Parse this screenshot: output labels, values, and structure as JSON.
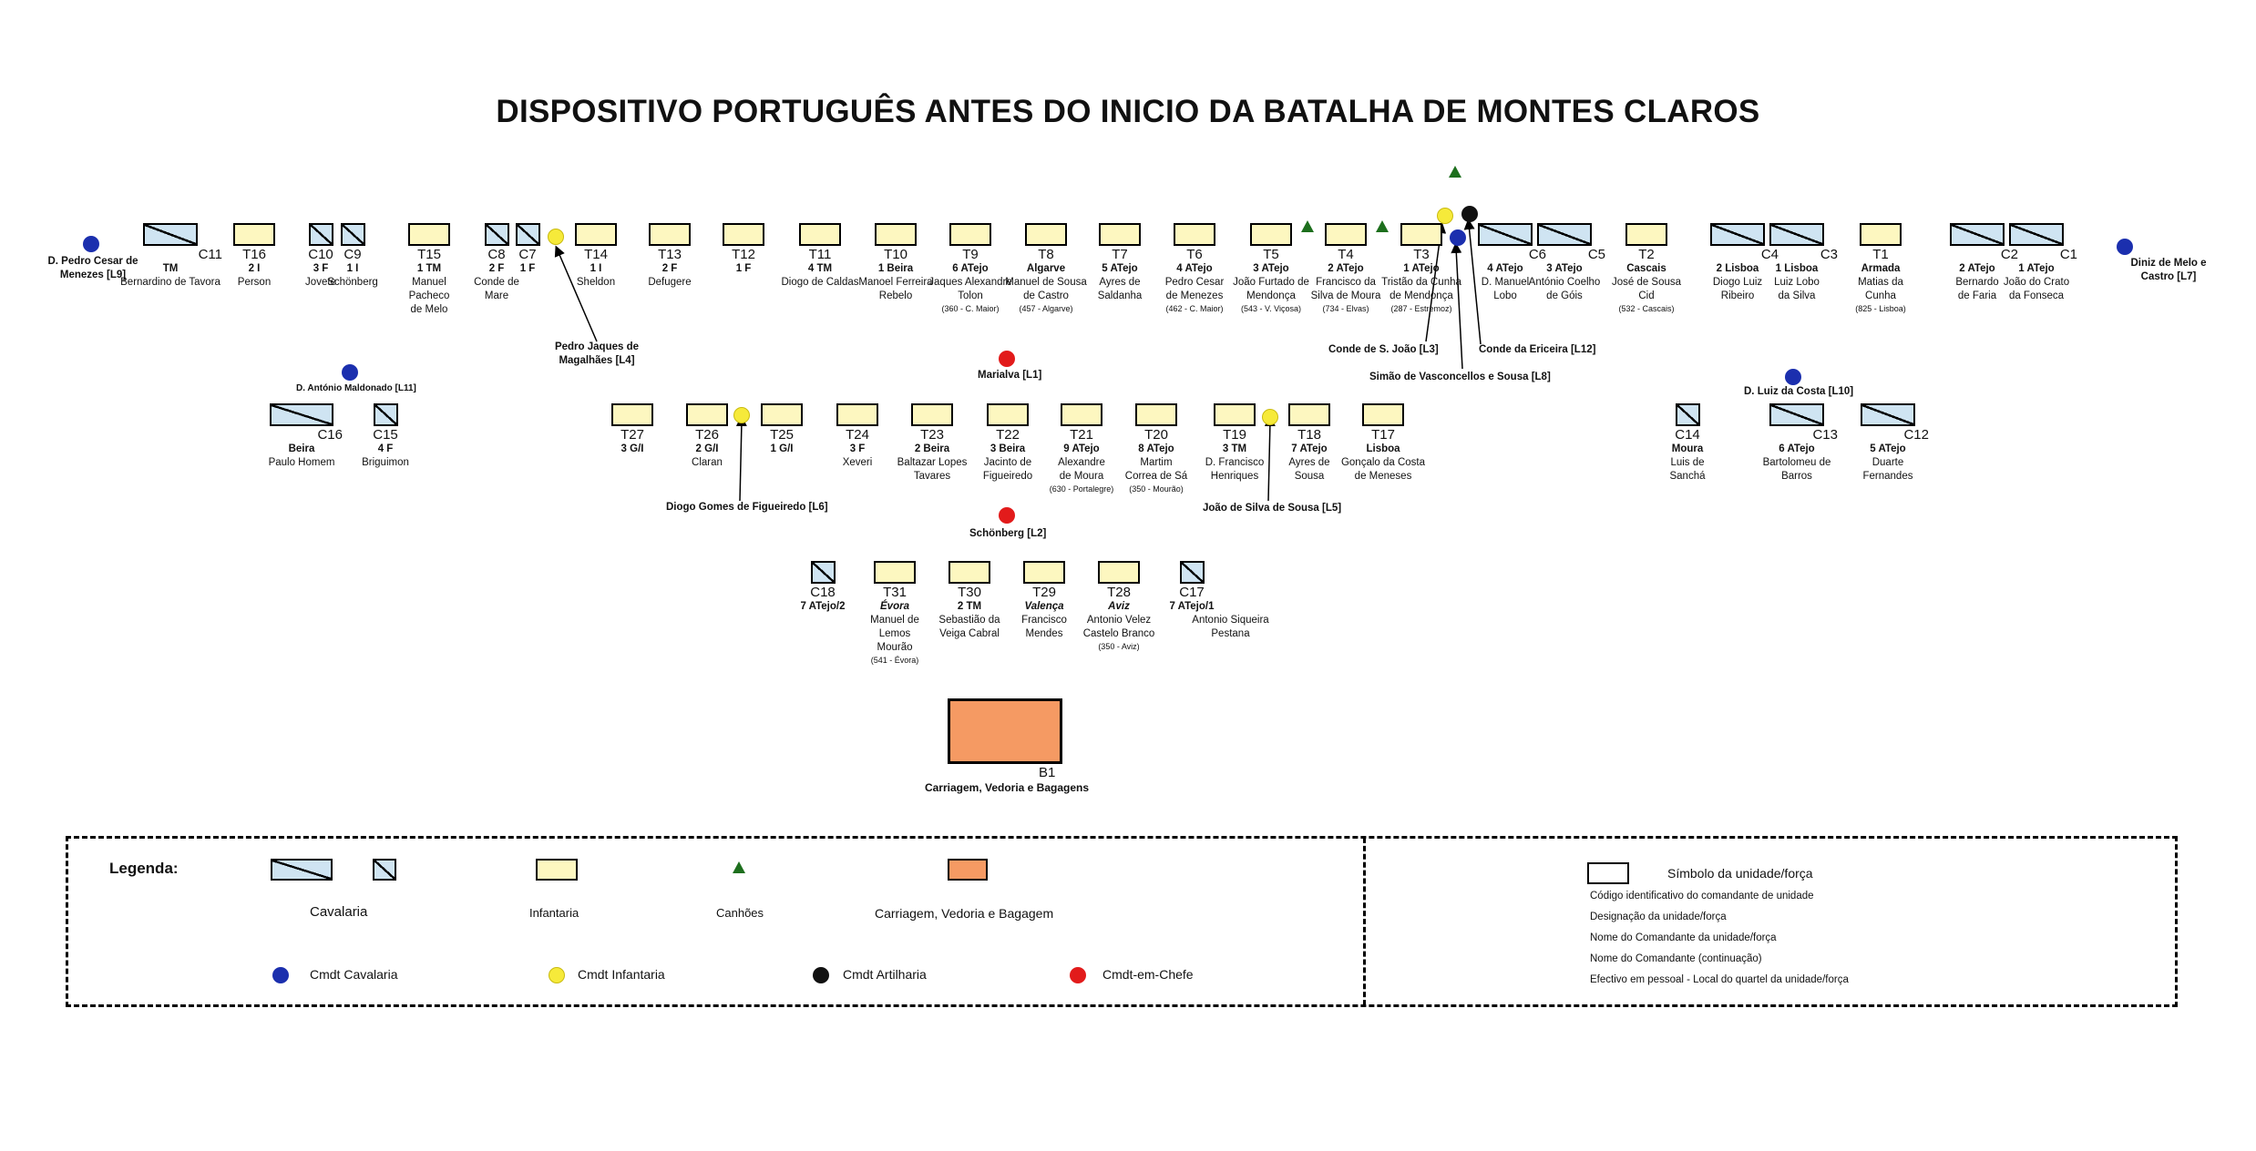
{
  "title": "DISPOSITIVO PORTUGUÊS ANTES DO INICIO DA BATALHA DE MONTES CLAROS",
  "colors": {
    "infantry": "#fdf7c0",
    "cavalry": "#cfe4f2",
    "baggage": "#f59a63",
    "cmdt_cav": "#1b2fae",
    "cmdt_inf": "#f6ea3a",
    "cmdt_art": "#111111",
    "cmdt_chief": "#e21b1b",
    "cannon": "#1d6f1d"
  },
  "units": [
    {
      "id": "c11",
      "type": "cav-l",
      "code": "C11",
      "des": "TM",
      "name": "Bernardino de Tavora",
      "eff": ""
    },
    {
      "id": "t16",
      "type": "inf",
      "code": "T16",
      "des": "2 I",
      "name": "Person",
      "eff": ""
    },
    {
      "id": "c10",
      "type": "cav-s",
      "code": "C10",
      "des": "3 F",
      "name": "Jovete",
      "eff": ""
    },
    {
      "id": "c9",
      "type": "cav-s",
      "code": "C9",
      "des": "1 I",
      "name": "Schönberg",
      "eff": ""
    },
    {
      "id": "t15",
      "type": "inf",
      "code": "T15",
      "des": "1 TM",
      "name": "Manuel Pacheco de Melo",
      "eff": ""
    },
    {
      "id": "c8",
      "type": "cav-s",
      "code": "C8",
      "des": "2 F",
      "name": "Conde de Mare",
      "eff": ""
    },
    {
      "id": "c7",
      "type": "cav-s",
      "code": "C7",
      "des": "1 F",
      "name": "",
      "eff": ""
    },
    {
      "id": "t14",
      "type": "inf",
      "code": "T14",
      "des": "1 I",
      "name": "Sheldon",
      "eff": ""
    },
    {
      "id": "t13",
      "type": "inf",
      "code": "T13",
      "des": "2 F",
      "name": "Defugere",
      "eff": ""
    },
    {
      "id": "t12",
      "type": "inf",
      "code": "T12",
      "des": "1 F",
      "name": "",
      "eff": ""
    },
    {
      "id": "t11",
      "type": "inf",
      "code": "T11",
      "des": "4 TM",
      "name": "Diogo de Caldas",
      "eff": ""
    },
    {
      "id": "t10",
      "type": "inf",
      "code": "T10",
      "des": "1 Beira",
      "name": "Manoel Ferreira Rebelo",
      "eff": ""
    },
    {
      "id": "t9",
      "type": "inf",
      "code": "T9",
      "des": "6 ATejo",
      "name": "Jaques Alexandre Tolon",
      "eff": "(360 - C. Maior)"
    },
    {
      "id": "t8",
      "type": "inf",
      "code": "T8",
      "des": "Algarve",
      "name": "Manuel de Sousa de Castro",
      "eff": "(457 - Algarve)"
    },
    {
      "id": "t7",
      "type": "inf",
      "code": "T7",
      "des": "5 ATejo",
      "name": "Ayres de Saldanha",
      "eff": ""
    },
    {
      "id": "t6",
      "type": "inf",
      "code": "T6",
      "des": "4 ATejo",
      "name": "Pedro Cesar de Menezes",
      "eff": "(462 - C. Maior)"
    },
    {
      "id": "t5",
      "type": "inf",
      "code": "T5",
      "des": "3 ATejo",
      "name": "João Furtado de Mendonça",
      "eff": "(543 - V. Viçosa)"
    },
    {
      "id": "t4",
      "type": "inf",
      "code": "T4",
      "des": "2 ATejo",
      "name": "Francisco da Silva de Moura",
      "eff": "(734 - Elvas)"
    },
    {
      "id": "t3",
      "type": "inf",
      "code": "T3",
      "des": "1 ATejo",
      "name": "Tristão da Cunha de Mendonça",
      "eff": "(287 - Estremoz)"
    },
    {
      "id": "c6",
      "type": "cav-l",
      "code": "C6",
      "des": "4 ATejo",
      "name": "D. Manuel Lobo",
      "eff": ""
    },
    {
      "id": "c5",
      "type": "cav-l",
      "code": "C5",
      "des": "3 ATejo",
      "name": "António Coelho de Góis",
      "eff": ""
    },
    {
      "id": "t2",
      "type": "inf",
      "code": "T2",
      "des": "Cascais",
      "name": "José de Sousa Cid",
      "eff": "(532 - Cascais)"
    },
    {
      "id": "c4",
      "type": "cav-l",
      "code": "C4",
      "des": "2 Lisboa",
      "name": "Diogo Luiz Ribeiro",
      "eff": ""
    },
    {
      "id": "c3",
      "type": "cav-l",
      "code": "C3",
      "des": "1 Lisboa",
      "name": "Luiz Lobo da Silva",
      "eff": ""
    },
    {
      "id": "t1",
      "type": "inf",
      "code": "T1",
      "des": "Armada",
      "name": "Matias da Cunha",
      "eff": "(825 - Lisboa)"
    },
    {
      "id": "c2",
      "type": "cav-l",
      "code": "C2",
      "des": "2 ATejo",
      "name": "Bernardo de Faria",
      "eff": ""
    },
    {
      "id": "c1",
      "type": "cav-l",
      "code": "C1",
      "des": "1 ATejo",
      "name": "João do Crato da Fonseca",
      "eff": ""
    },
    {
      "id": "c16",
      "type": "cav-l",
      "code": "C16",
      "des": "Beira",
      "name": "Paulo Homem",
      "eff": ""
    },
    {
      "id": "c15",
      "type": "cav-s",
      "code": "C15",
      "des": "4 F",
      "name": "Briguimon",
      "eff": ""
    },
    {
      "id": "t27",
      "type": "inf",
      "code": "T27",
      "des": "3 G/I",
      "name": "",
      "eff": ""
    },
    {
      "id": "t26",
      "type": "inf",
      "code": "T26",
      "des": "2 G/I",
      "name": "Claran",
      "eff": ""
    },
    {
      "id": "t25",
      "type": "inf",
      "code": "T25",
      "des": "1 G/I",
      "name": "",
      "eff": ""
    },
    {
      "id": "t24",
      "type": "inf",
      "code": "T24",
      "des": "3 F",
      "name": "Xeveri",
      "eff": ""
    },
    {
      "id": "t23",
      "type": "inf",
      "code": "T23",
      "des": "2 Beira",
      "name": "Baltazar Lopes Tavares",
      "eff": ""
    },
    {
      "id": "t22",
      "type": "inf",
      "code": "T22",
      "des": "3 Beira",
      "name": "Jacinto de Figueiredo",
      "eff": ""
    },
    {
      "id": "t21",
      "type": "inf",
      "code": "T21",
      "des": "9 ATejo",
      "name": "Alexandre de Moura",
      "eff": "(630 - Portalegre)"
    },
    {
      "id": "t20",
      "type": "inf",
      "code": "T20",
      "des": "8 ATejo",
      "name": "Martim Correa de Sá",
      "eff": "(350 - Mourão)"
    },
    {
      "id": "t19",
      "type": "inf",
      "code": "T19",
      "des": "3 TM",
      "name": "D. Francisco Henriques",
      "eff": ""
    },
    {
      "id": "t18",
      "type": "inf",
      "code": "T18",
      "des": "7 ATejo",
      "name": "Ayres de Sousa",
      "eff": ""
    },
    {
      "id": "t17",
      "type": "inf",
      "code": "T17",
      "des": "Lisboa",
      "name": "Gonçalo da Costa de Meneses",
      "eff": ""
    },
    {
      "id": "c14",
      "type": "cav-s",
      "code": "C14",
      "des": "Moura",
      "name": "Luis de Sanchá",
      "eff": ""
    },
    {
      "id": "c13",
      "type": "cav-l",
      "code": "C13",
      "des": "6 ATejo",
      "name": "Bartolomeu de Barros",
      "eff": ""
    },
    {
      "id": "c12",
      "type": "cav-l",
      "code": "C12",
      "des": "5 ATejo",
      "name": "Duarte Fernandes",
      "eff": ""
    },
    {
      "id": "c18",
      "type": "cav-s",
      "code": "C18",
      "des": "7 ATejo/2",
      "name": "",
      "eff": ""
    },
    {
      "id": "t31",
      "type": "inf",
      "code": "T31",
      "des": "Évora",
      "name": "Manuel de Lemos Mourão",
      "eff": "(541 - Évora)"
    },
    {
      "id": "t30",
      "type": "inf",
      "code": "T30",
      "des": "2 TM",
      "name": "Sebastião da Veiga Cabral",
      "eff": ""
    },
    {
      "id": "t29",
      "type": "inf",
      "code": "T29",
      "des": "Valença",
      "name": "Francisco Mendes",
      "eff": ""
    },
    {
      "id": "t28",
      "type": "inf",
      "code": "T28",
      "des": "Aviz",
      "name": "Antonio Velez Castelo Branco",
      "eff": "(350 - Aviz)"
    },
    {
      "id": "c17",
      "type": "cav-s",
      "code": "C17",
      "des": "7 ATejo/1",
      "name": "Antonio Siqueira Pestana",
      "eff": ""
    }
  ],
  "commanders": [
    {
      "id": "l9",
      "color": "blue",
      "label": "D. Pedro Cesar de Menezes [L9]"
    },
    {
      "id": "l4",
      "color": "yellow",
      "label": "Pedro Jaques de Magalhães [L4]"
    },
    {
      "id": "l1",
      "color": "red",
      "label": "Marialva [L1]"
    },
    {
      "id": "l3",
      "color": "yellow",
      "label": "Conde de S. João [L3]"
    },
    {
      "id": "l12",
      "color": "black",
      "label": "Conde da Ericeira [L12]"
    },
    {
      "id": "l8",
      "color": "blue",
      "label": "Simão de Vasconcellos e Sousa [L8]"
    },
    {
      "id": "l7",
      "color": "blue",
      "label": "Diniz de Melo e Castro [L7]"
    },
    {
      "id": "l11",
      "color": "blue",
      "label": "D. António Maldonado [L11]"
    },
    {
      "id": "l10",
      "color": "blue",
      "label": "D. Luiz da Costa [L10]"
    },
    {
      "id": "l6",
      "color": "yellow",
      "label": "Diogo Gomes de Figueiredo [L6]"
    },
    {
      "id": "l5",
      "color": "yellow",
      "label": "João de Silva de Sousa [L5]"
    },
    {
      "id": "l2",
      "color": "red",
      "label": "Schönberg [L2]"
    }
  ],
  "baggage": {
    "code": "B1",
    "des": "Carriagem, Vedoria e Bagagens"
  },
  "legend": {
    "title": "Legenda:",
    "cavalry": "Cavalaria",
    "infantry": "Infantaria",
    "cannons": "Canhões",
    "baggage": "Carriagem, Vedoria e Bagagem",
    "cmdt_cav": "Cmdt Cavalaria",
    "cmdt_inf": "Cmdt Infantaria",
    "cmdt_art": "Cmdt Artilharia",
    "cmdt_chief": "Cmdt-em-Chefe",
    "symbol": "Símbolo da unidade/força",
    "lines": [
      "Código identificativo do comandante de unidade",
      "Designação da unidade/força",
      "Nome do Comandante  da unidade/força",
      "Nome do Comandante  (continuação)",
      "Efectivo em pessoal - Local do quartel da unidade/força"
    ]
  }
}
